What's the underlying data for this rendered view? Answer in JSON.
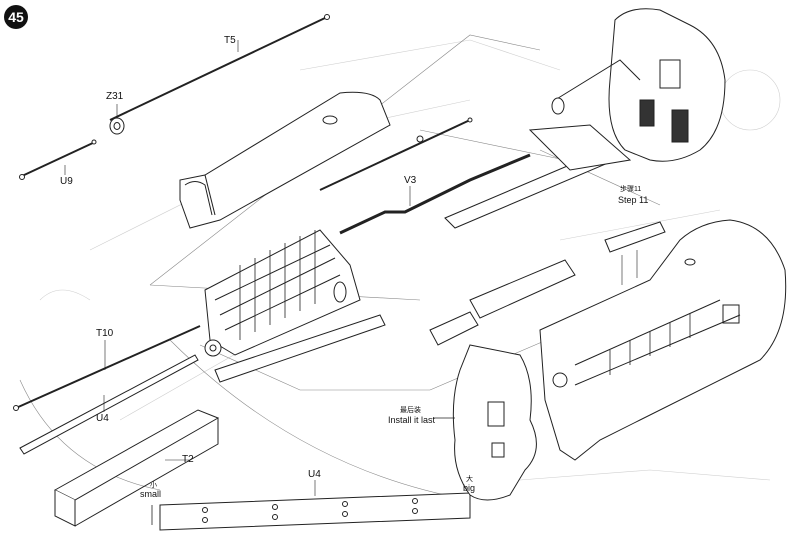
{
  "step": {
    "number": "45"
  },
  "parts": {
    "t5": "T5",
    "z31": "Z31",
    "u9": "U9",
    "v3": "V3",
    "t10": "T10",
    "u4_rod": "U4",
    "t2": "T2",
    "u4_plate": "U4"
  },
  "reference": {
    "cn": "步骤11",
    "en": "Step 11"
  },
  "install_last": {
    "cn": "最后装",
    "en": "Install it last"
  },
  "orientation": {
    "small_cn": "小",
    "small_en": "small",
    "big_cn": "大",
    "big_en": "big"
  }
}
